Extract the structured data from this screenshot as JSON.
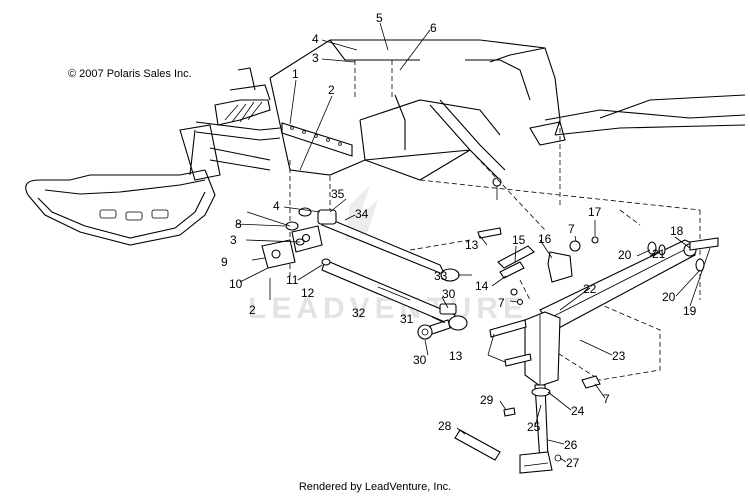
{
  "header": {
    "copyright": "© 2007 Polaris Sales Inc."
  },
  "footer": {
    "credit": "Rendered by LeadVenture, Inc."
  },
  "watermark": {
    "text": "LEADVENTURE"
  },
  "callouts": [
    "1",
    "2",
    "3",
    "4",
    "5",
    "6",
    "7",
    "8",
    "9",
    "10",
    "11",
    "12",
    "13",
    "14",
    "15",
    "16",
    "17",
    "18",
    "19",
    "20",
    "21",
    "22",
    "23",
    "24",
    "25",
    "26",
    "27",
    "28",
    "29",
    "30",
    "31",
    "32",
    "33",
    "34",
    "35"
  ],
  "colors": {
    "ink": "#000000",
    "paper": "#ffffff",
    "watermark": "#e3e3e3"
  }
}
